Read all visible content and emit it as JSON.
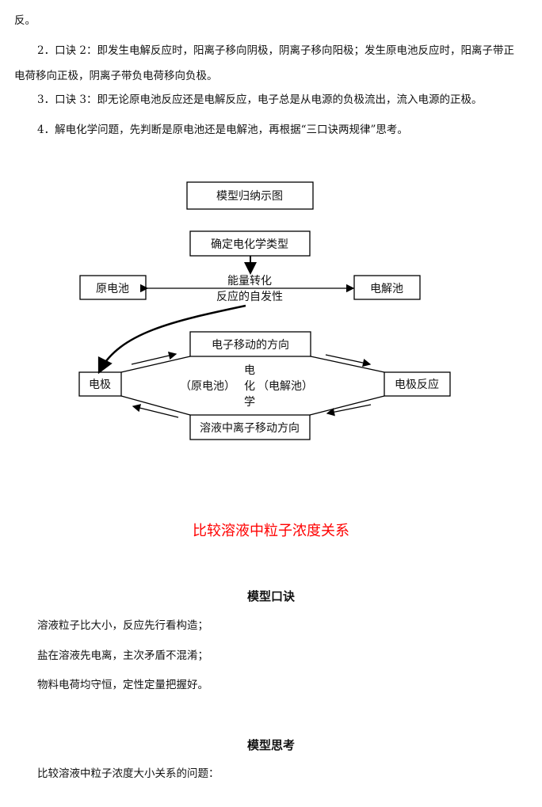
{
  "paragraphs": {
    "p0": "反。",
    "p2": "2．口诀 2：即发生电解反应时，阳离子移向阴极，阴离子移向阳极；发生原电池反应时，阳离子带正电荷移向正极，阴离子带负电荷移向负极。",
    "p3": "3．口诀 3：即无论原电池反应还是电解反应，电子总是从电源的负极流出，流入电源的正极。",
    "p4": "4．解电化学问题，先判断是原电池还是电解池，再根据“三口诀两规律”思考。"
  },
  "diagram": {
    "title": "模型归纳示图",
    "determine": "确定电化学类型",
    "galvanic": "原电池",
    "electrolytic": "电解池",
    "energy": "能量转化",
    "spontaneity": "反应的自发性",
    "electron_dir": "电子移动的方向",
    "electrode": "电极",
    "electrode_reaction": "电极反应",
    "ion_dir": "溶液中离子移动方向",
    "center_1": "电",
    "center_2": "化",
    "center_3": "学",
    "left_label": "（原电池）",
    "right_label": "（电解池）"
  },
  "section": {
    "heading": "比较溶液中粒子浓度关系",
    "heading_color": "#ff0000",
    "mnemonic_title": "模型口诀",
    "mnemonic_lines": [
      "溶液粒子比大小，反应先行看构造；",
      "盐在溶液先电离，主次矛盾不混淆；",
      "物料电荷均守恒，定性定量把握好。"
    ],
    "thinking_title": "模型思考",
    "thinking_line": "比较溶液中粒子浓度大小关系的问题："
  }
}
